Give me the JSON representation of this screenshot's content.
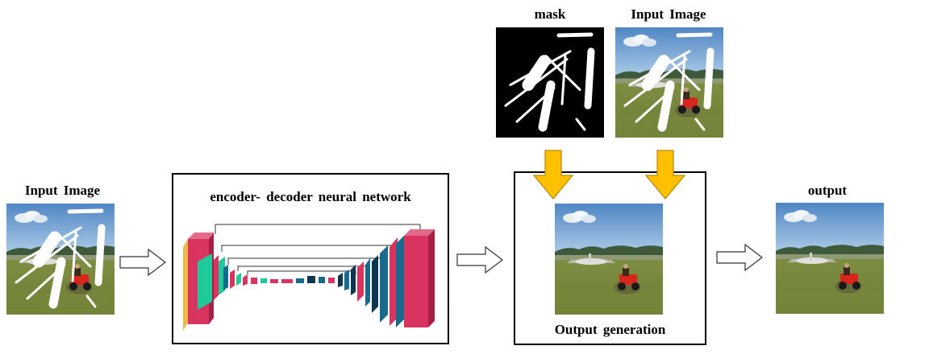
{
  "input": {
    "label": "Input  Image"
  },
  "network": {
    "label": "encoder- decoder neural network"
  },
  "mask": {
    "label": "mask"
  },
  "masked_input": {
    "label": "Input  Image"
  },
  "generation": {
    "label": "Output generation"
  },
  "output": {
    "label": "output"
  },
  "colors": {
    "arrow_fill": "#ffc000",
    "arrow_stroke": "#b8860b",
    "layer_pink": "#d9345f",
    "layer_teal": "#1ec99a",
    "layer_blue": "#176a8c",
    "layer_navy": "#0e3550",
    "layer_yellow": "#f0b84a"
  }
}
